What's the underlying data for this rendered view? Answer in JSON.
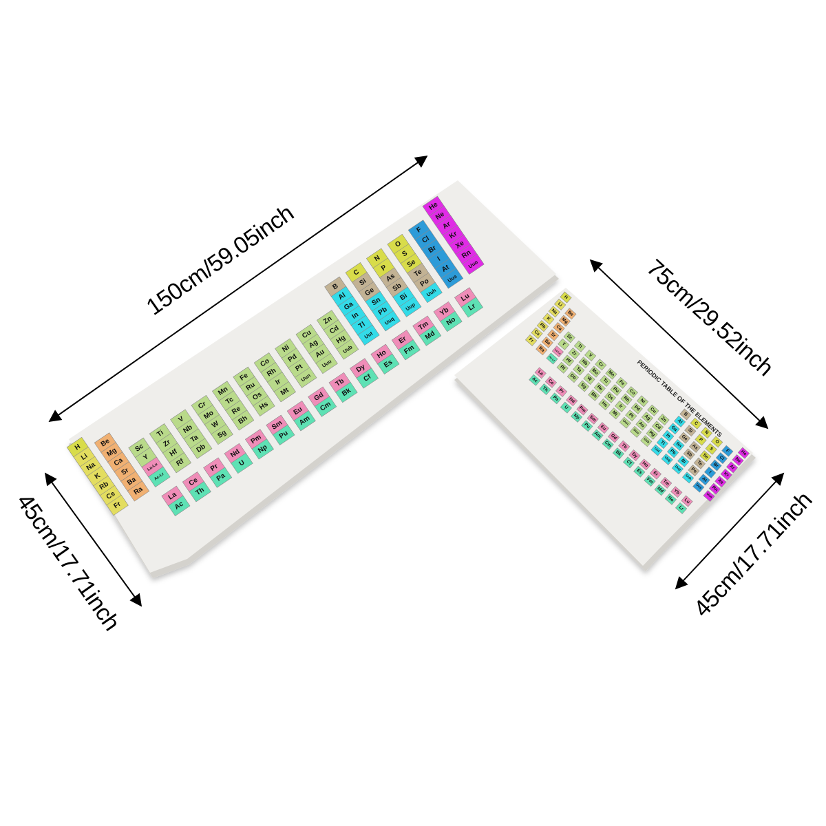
{
  "dimensions": {
    "large_length": "150cm/59.05inch",
    "large_width": "45cm/17.71inch",
    "small_length": "75cm/29.52inch",
    "small_width": "45cm/17.71inch"
  },
  "small_mat_title": "PERIODIC TABLE OF THE ELEMENTS",
  "colors": {
    "alkali": "#e3dd5f",
    "alkaline": "#f0b072",
    "transition": "#b9da8a",
    "lanthanide": "#ef8db8",
    "actinide": "#5ee1b4",
    "post_transition": "#33dbe8",
    "metalloid": "#c2b294",
    "nonmetal": "#d8dc4a",
    "halogen": "#2d9bd8",
    "noble_gas": "#e02be6",
    "mat_surface": "#efeeeb",
    "mat_edge": "#d4d2cd"
  },
  "periodic_table": [
    {
      "s": "H",
      "c": "nonmetal",
      "g": 1,
      "p": 1
    },
    {
      "s": "He",
      "c": "noble_gas",
      "g": 18,
      "p": 1
    },
    {
      "s": "Li",
      "c": "alkali",
      "g": 1,
      "p": 2
    },
    {
      "s": "Be",
      "c": "alkaline",
      "g": 2,
      "p": 2
    },
    {
      "s": "B",
      "c": "metalloid",
      "g": 13,
      "p": 2
    },
    {
      "s": "C",
      "c": "nonmetal",
      "g": 14,
      "p": 2
    },
    {
      "s": "N",
      "c": "nonmetal",
      "g": 15,
      "p": 2
    },
    {
      "s": "O",
      "c": "nonmetal",
      "g": 16,
      "p": 2
    },
    {
      "s": "F",
      "c": "halogen",
      "g": 17,
      "p": 2
    },
    {
      "s": "Ne",
      "c": "noble_gas",
      "g": 18,
      "p": 2
    },
    {
      "s": "Na",
      "c": "alkali",
      "g": 1,
      "p": 3
    },
    {
      "s": "Mg",
      "c": "alkaline",
      "g": 2,
      "p": 3
    },
    {
      "s": "Al",
      "c": "post_transition",
      "g": 13,
      "p": 3
    },
    {
      "s": "Si",
      "c": "metalloid",
      "g": 14,
      "p": 3
    },
    {
      "s": "P",
      "c": "nonmetal",
      "g": 15,
      "p": 3
    },
    {
      "s": "S",
      "c": "nonmetal",
      "g": 16,
      "p": 3
    },
    {
      "s": "Cl",
      "c": "halogen",
      "g": 17,
      "p": 3
    },
    {
      "s": "Ar",
      "c": "noble_gas",
      "g": 18,
      "p": 3
    },
    {
      "s": "K",
      "c": "alkali",
      "g": 1,
      "p": 4
    },
    {
      "s": "Ca",
      "c": "alkaline",
      "g": 2,
      "p": 4
    },
    {
      "s": "Sc",
      "c": "transition",
      "g": 3,
      "p": 4
    },
    {
      "s": "Ti",
      "c": "transition",
      "g": 4,
      "p": 4
    },
    {
      "s": "V",
      "c": "transition",
      "g": 5,
      "p": 4
    },
    {
      "s": "Cr",
      "c": "transition",
      "g": 6,
      "p": 4
    },
    {
      "s": "Mn",
      "c": "transition",
      "g": 7,
      "p": 4
    },
    {
      "s": "Fe",
      "c": "transition",
      "g": 8,
      "p": 4
    },
    {
      "s": "Co",
      "c": "transition",
      "g": 9,
      "p": 4
    },
    {
      "s": "Ni",
      "c": "transition",
      "g": 10,
      "p": 4
    },
    {
      "s": "Cu",
      "c": "transition",
      "g": 11,
      "p": 4
    },
    {
      "s": "Zn",
      "c": "transition",
      "g": 12,
      "p": 4
    },
    {
      "s": "Ga",
      "c": "post_transition",
      "g": 13,
      "p": 4
    },
    {
      "s": "Ge",
      "c": "metalloid",
      "g": 14,
      "p": 4
    },
    {
      "s": "As",
      "c": "metalloid",
      "g": 15,
      "p": 4
    },
    {
      "s": "Se",
      "c": "nonmetal",
      "g": 16,
      "p": 4
    },
    {
      "s": "Br",
      "c": "halogen",
      "g": 17,
      "p": 4
    },
    {
      "s": "Kr",
      "c": "noble_gas",
      "g": 18,
      "p": 4
    },
    {
      "s": "Rb",
      "c": "alkali",
      "g": 1,
      "p": 5
    },
    {
      "s": "Sr",
      "c": "alkaline",
      "g": 2,
      "p": 5
    },
    {
      "s": "Y",
      "c": "transition",
      "g": 3,
      "p": 5
    },
    {
      "s": "Zr",
      "c": "transition",
      "g": 4,
      "p": 5
    },
    {
      "s": "Nb",
      "c": "transition",
      "g": 5,
      "p": 5
    },
    {
      "s": "Mo",
      "c": "transition",
      "g": 6,
      "p": 5
    },
    {
      "s": "Tc",
      "c": "transition",
      "g": 7,
      "p": 5
    },
    {
      "s": "Ru",
      "c": "transition",
      "g": 8,
      "p": 5
    },
    {
      "s": "Rh",
      "c": "transition",
      "g": 9,
      "p": 5
    },
    {
      "s": "Pd",
      "c": "transition",
      "g": 10,
      "p": 5
    },
    {
      "s": "Ag",
      "c": "transition",
      "g": 11,
      "p": 5
    },
    {
      "s": "Cd",
      "c": "transition",
      "g": 12,
      "p": 5
    },
    {
      "s": "In",
      "c": "post_transition",
      "g": 13,
      "p": 5
    },
    {
      "s": "Sn",
      "c": "post_transition",
      "g": 14,
      "p": 5
    },
    {
      "s": "Sb",
      "c": "metalloid",
      "g": 15,
      "p": 5
    },
    {
      "s": "Te",
      "c": "metalloid",
      "g": 16,
      "p": 5
    },
    {
      "s": "I",
      "c": "halogen",
      "g": 17,
      "p": 5
    },
    {
      "s": "Xe",
      "c": "noble_gas",
      "g": 18,
      "p": 5
    },
    {
      "s": "Cs",
      "c": "alkali",
      "g": 1,
      "p": 6
    },
    {
      "s": "Ba",
      "c": "alkaline",
      "g": 2,
      "p": 6
    },
    {
      "s": "La-Lu",
      "c": "lanthanide",
      "g": 3,
      "p": 6
    },
    {
      "s": "Hf",
      "c": "transition",
      "g": 4,
      "p": 6
    },
    {
      "s": "Ta",
      "c": "transition",
      "g": 5,
      "p": 6
    },
    {
      "s": "W",
      "c": "transition",
      "g": 6,
      "p": 6
    },
    {
      "s": "Re",
      "c": "transition",
      "g": 7,
      "p": 6
    },
    {
      "s": "Os",
      "c": "transition",
      "g": 8,
      "p": 6
    },
    {
      "s": "Ir",
      "c": "transition",
      "g": 9,
      "p": 6
    },
    {
      "s": "Pt",
      "c": "transition",
      "g": 10,
      "p": 6
    },
    {
      "s": "Au",
      "c": "transition",
      "g": 11,
      "p": 6
    },
    {
      "s": "Hg",
      "c": "transition",
      "g": 12,
      "p": 6
    },
    {
      "s": "Tl",
      "c": "post_transition",
      "g": 13,
      "p": 6
    },
    {
      "s": "Pb",
      "c": "post_transition",
      "g": 14,
      "p": 6
    },
    {
      "s": "Bi",
      "c": "post_transition",
      "g": 15,
      "p": 6
    },
    {
      "s": "Po",
      "c": "metalloid",
      "g": 16,
      "p": 6
    },
    {
      "s": "At",
      "c": "halogen",
      "g": 17,
      "p": 6
    },
    {
      "s": "Rn",
      "c": "noble_gas",
      "g": 18,
      "p": 6
    },
    {
      "s": "Fr",
      "c": "alkali",
      "g": 1,
      "p": 7
    },
    {
      "s": "Ra",
      "c": "alkaline",
      "g": 2,
      "p": 7
    },
    {
      "s": "Ac-Lr",
      "c": "actinide",
      "g": 3,
      "p": 7
    },
    {
      "s": "Rf",
      "c": "transition",
      "g": 4,
      "p": 7
    },
    {
      "s": "Db",
      "c": "transition",
      "g": 5,
      "p": 7
    },
    {
      "s": "Sg",
      "c": "transition",
      "g": 6,
      "p": 7
    },
    {
      "s": "Bh",
      "c": "transition",
      "g": 7,
      "p": 7
    },
    {
      "s": "Hs",
      "c": "transition",
      "g": 8,
      "p": 7
    },
    {
      "s": "Mt",
      "c": "transition",
      "g": 9,
      "p": 7
    },
    {
      "s": "Uun",
      "c": "transition",
      "g": 10,
      "p": 7
    },
    {
      "s": "Uuu",
      "c": "transition",
      "g": 11,
      "p": 7
    },
    {
      "s": "Uub",
      "c": "transition",
      "g": 12,
      "p": 7
    },
    {
      "s": "Uut",
      "c": "post_transition",
      "g": 13,
      "p": 7
    },
    {
      "s": "Uuq",
      "c": "post_transition",
      "g": 14,
      "p": 7
    },
    {
      "s": "Uup",
      "c": "post_transition",
      "g": 15,
      "p": 7
    },
    {
      "s": "Uuh",
      "c": "post_transition",
      "g": 16,
      "p": 7
    },
    {
      "s": "Uus",
      "c": "halogen",
      "g": 17,
      "p": 7
    },
    {
      "s": "Uuo",
      "c": "noble_gas",
      "g": 18,
      "p": 7
    },
    {
      "s": "La",
      "c": "lanthanide",
      "g": 3,
      "p": 9
    },
    {
      "s": "Ce",
      "c": "lanthanide",
      "g": 4,
      "p": 9
    },
    {
      "s": "Pr",
      "c": "lanthanide",
      "g": 5,
      "p": 9
    },
    {
      "s": "Nd",
      "c": "lanthanide",
      "g": 6,
      "p": 9
    },
    {
      "s": "Pm",
      "c": "lanthanide",
      "g": 7,
      "p": 9
    },
    {
      "s": "Sm",
      "c": "lanthanide",
      "g": 8,
      "p": 9
    },
    {
      "s": "Eu",
      "c": "lanthanide",
      "g": 9,
      "p": 9
    },
    {
      "s": "Gd",
      "c": "lanthanide",
      "g": 10,
      "p": 9
    },
    {
      "s": "Tb",
      "c": "lanthanide",
      "g": 11,
      "p": 9
    },
    {
      "s": "Dy",
      "c": "lanthanide",
      "g": 12,
      "p": 9
    },
    {
      "s": "Ho",
      "c": "lanthanide",
      "g": 13,
      "p": 9
    },
    {
      "s": "Er",
      "c": "lanthanide",
      "g": 14,
      "p": 9
    },
    {
      "s": "Tm",
      "c": "lanthanide",
      "g": 15,
      "p": 9
    },
    {
      "s": "Yb",
      "c": "lanthanide",
      "g": 16,
      "p": 9
    },
    {
      "s": "Lu",
      "c": "lanthanide",
      "g": 17,
      "p": 9
    },
    {
      "s": "Ac",
      "c": "actinide",
      "g": 3,
      "p": 10
    },
    {
      "s": "Th",
      "c": "actinide",
      "g": 4,
      "p": 10
    },
    {
      "s": "Pa",
      "c": "actinide",
      "g": 5,
      "p": 10
    },
    {
      "s": "U",
      "c": "actinide",
      "g": 6,
      "p": 10
    },
    {
      "s": "Np",
      "c": "actinide",
      "g": 7,
      "p": 10
    },
    {
      "s": "Pu",
      "c": "actinide",
      "g": 8,
      "p": 10
    },
    {
      "s": "Am",
      "c": "actinide",
      "g": 9,
      "p": 10
    },
    {
      "s": "Cm",
      "c": "actinide",
      "g": 10,
      "p": 10
    },
    {
      "s": "Bk",
      "c": "actinide",
      "g": 11,
      "p": 10
    },
    {
      "s": "Cf",
      "c": "actinide",
      "g": 12,
      "p": 10
    },
    {
      "s": "Es",
      "c": "actinide",
      "g": 13,
      "p": 10
    },
    {
      "s": "Fm",
      "c": "actinide",
      "g": 14,
      "p": 10
    },
    {
      "s": "Md",
      "c": "actinide",
      "g": 15,
      "p": 10
    },
    {
      "s": "No",
      "c": "actinide",
      "g": 16,
      "p": 10
    },
    {
      "s": "Lr",
      "c": "actinide",
      "g": 17,
      "p": 10
    }
  ]
}
